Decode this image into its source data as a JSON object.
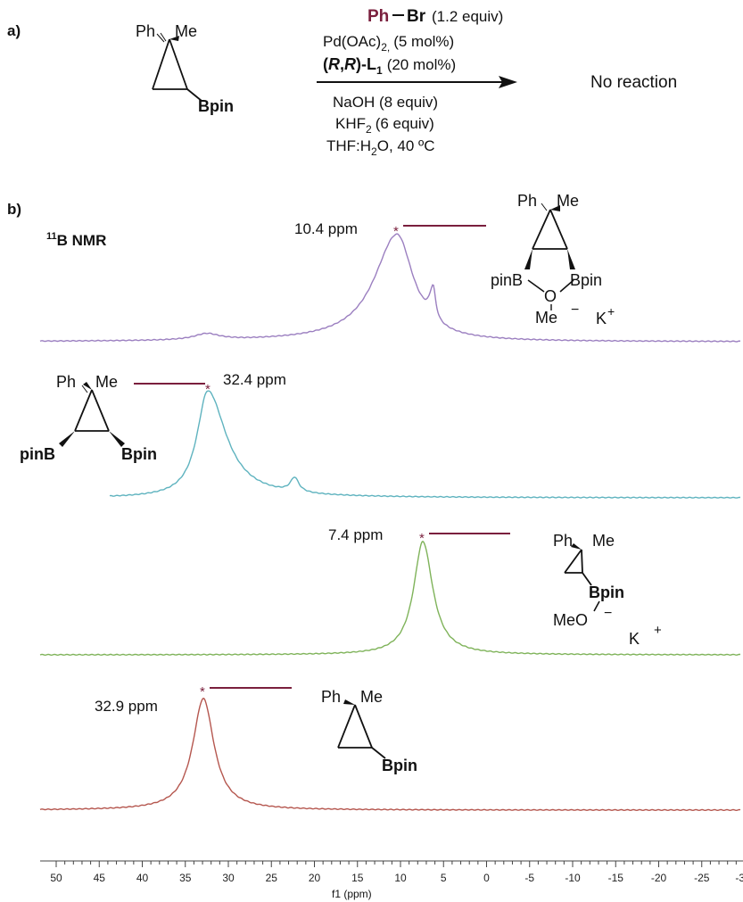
{
  "panel_a": {
    "label": "a)",
    "reagent_ph": "Ph",
    "reagent_br": "Br",
    "reagent_equiv": "(1.2 equiv)",
    "catalyst": "Pd(OAc)",
    "catalyst_sub": "2,",
    "catalyst_amount": "(5 mol%)",
    "ligand_open": "(",
    "ligand_r": "R",
    "ligand_comma": ",",
    "ligand_close": ")-L",
    "ligand_sub": "1",
    "ligand_amount": "(20 mol%)",
    "base": "NaOH (8 equiv)",
    "additive": "KHF",
    "additive_sub": "2",
    "additive_amount": "(6 equiv)",
    "solvent_a": "THF:H",
    "solvent_sub": "2",
    "solvent_b": "O, 40 ºC",
    "result": "No reaction",
    "substrate": {
      "ph": "Ph",
      "me": "Me",
      "bpin": "Bpin"
    }
  },
  "panel_b": {
    "label": "b)",
    "nmr_sup": "11",
    "nmr_label": "B NMR",
    "spectra": [
      {
        "ppm_label": "10.4 ppm",
        "peak_ppm": 10.4,
        "shoulder_ppm": 6.2,
        "minor_ppm": 32.5,
        "color": "#9b7fc0",
        "structure": {
          "ph": "Ph",
          "me": "Me",
          "left": "pinB",
          "right": "Bpin",
          "o": "O",
          "me2": "Me",
          "charge": "−",
          "cation": "K",
          "cation_charge": "+"
        }
      },
      {
        "ppm_label": "32.4 ppm",
        "peak_ppm": 32.4,
        "shoulder_ppm": 22.3,
        "color": "#5fb3bf",
        "structure": {
          "ph": "Ph",
          "me": "Me",
          "left": "pinB",
          "right": "Bpin"
        }
      },
      {
        "ppm_label": "7.4 ppm",
        "peak_ppm": 7.4,
        "color": "#7fb35a",
        "structure": {
          "ph": "Ph",
          "me": "Me",
          "bpin": "Bpin",
          "meo": "MeO",
          "charge": "−",
          "cation": "K",
          "cation_charge": "+"
        }
      },
      {
        "ppm_label": "32.9 ppm",
        "peak_ppm": 32.9,
        "color": "#b5574f",
        "structure": {
          "ph": "Ph",
          "me": "Me",
          "bpin": "Bpin"
        }
      }
    ],
    "marker": "*",
    "marker_color": "#7a1f3d",
    "axis": {
      "label": "f1 (ppm)",
      "ticks": [
        "50",
        "45",
        "40",
        "35",
        "30",
        "25",
        "20",
        "15",
        "10",
        "5",
        "0",
        "-5",
        "-10",
        "-15",
        "-20",
        "-25",
        "-3"
      ],
      "range": [
        51,
        -30
      ]
    }
  }
}
